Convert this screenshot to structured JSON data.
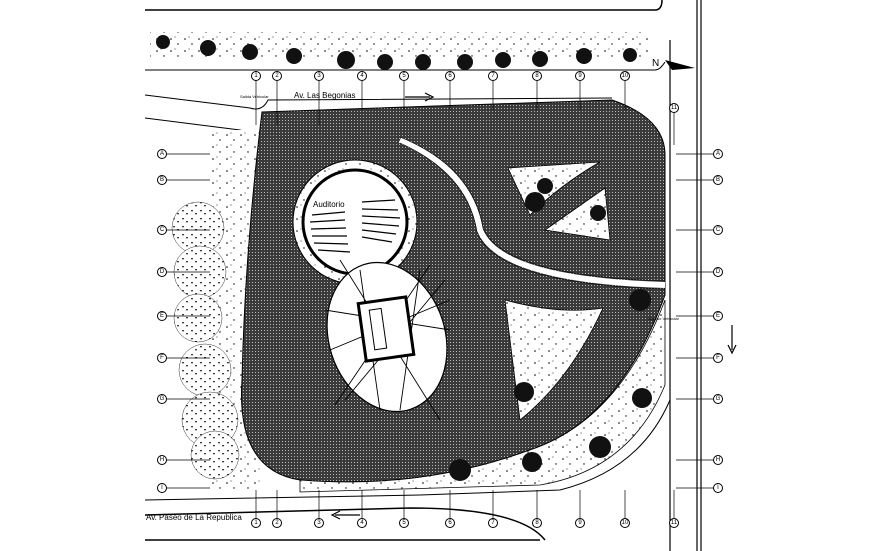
{
  "drawing": {
    "streets": {
      "top": "Av. Las Begonias",
      "bottom": "Av. Paseo de La Republica"
    },
    "labels": {
      "auditorium": "Auditorio",
      "vehicle_exit": "Salida Vehicular",
      "vehicle_entry": "Ingreso Vehicular",
      "north": "N"
    },
    "grid_columns": [
      "1",
      "2",
      "3",
      "4",
      "5",
      "6",
      "7",
      "8",
      "9",
      "10",
      "11"
    ],
    "grid_rows": [
      "A",
      "B",
      "C",
      "D",
      "E",
      "F",
      "G",
      "H",
      "I"
    ],
    "colors": {
      "ink": "#000000",
      "paper": "#ffffff"
    }
  }
}
